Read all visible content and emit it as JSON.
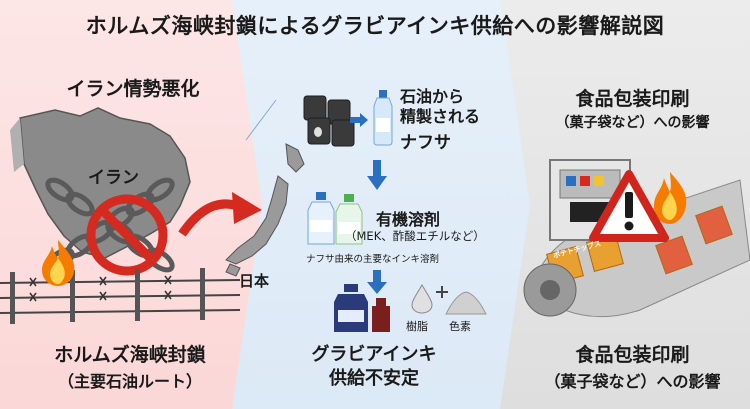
{
  "title": "ホルムズ海峡封鎖によるグラビアインキ供給への影響解説図",
  "left": {
    "heading": "イラン情勢悪化",
    "iran_label": "イラン",
    "japan_label": "日本",
    "hormuz_label": "ホルムズ海峡封鎖",
    "hormuz_sub": "（主要石油ルート）"
  },
  "middle": {
    "crude_label_line1": "石油から",
    "crude_label_line2": "精製される",
    "naphtha_label": "ナフサ",
    "solvent_title": "有機溶剤",
    "solvent_examples": "（MEK、酢酸エチルなど）",
    "solvent_note": "ナフサ由来の主要なインキ溶剤",
    "resin_label": "樹脂",
    "pigment_label": "色素",
    "ink_title": "グラビアインキ",
    "ink_sub": "供給不安定"
  },
  "right": {
    "heading_top": "食品包装印刷",
    "sub_top": "（菓子袋など）への影響",
    "heading_bottom": "食品包装印刷",
    "sub_bottom": "（菓子袋など）への影響",
    "package_text": "ポテトチップス"
  },
  "colors": {
    "left_bg": "#fbd7d7",
    "middle_bg": "#dce9f6",
    "right_bg": "#dedede",
    "arrow_red": "#d42a20",
    "arrow_blue": "#2a6fc0",
    "warning_red": "#d0251c"
  },
  "icons": [
    "iran-map-icon",
    "chain-icon",
    "prohibition-icon",
    "barbed-wire-icon",
    "fire-icon",
    "japan-map-icon",
    "oil-barrels-icon",
    "naphtha-bottle-icon",
    "solvent-bottles-icon",
    "ink-bottles-icon",
    "resin-drop-icon",
    "pigment-powder-icon",
    "printing-press-icon",
    "warning-icon"
  ]
}
